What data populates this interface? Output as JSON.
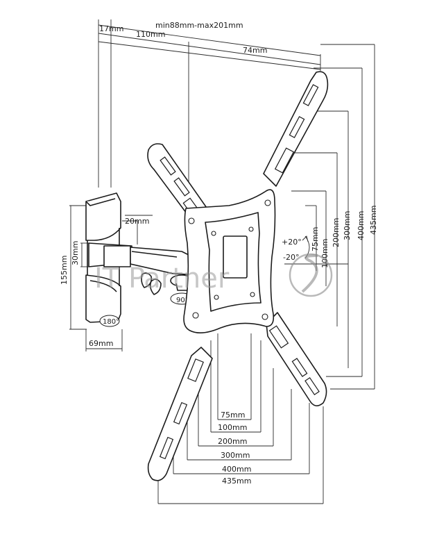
{
  "dimensions": {
    "wall_offset": "17mm",
    "depth_range": "min88mm-max201mm",
    "arm_length": "110mm",
    "plate_offset": "74mm",
    "arm_gap": "20mm",
    "arm_thickness": "30mm",
    "wall_plate_height": "155mm",
    "wall_plate_width": "69mm",
    "swivel": "180°",
    "rotation": "90°",
    "tilt_up": "+20°",
    "tilt_down": "-20°",
    "vesa_vertical": [
      "75mm",
      "100mm",
      "200mm",
      "300mm",
      "400mm",
      "435mm"
    ],
    "vesa_horizontal": [
      "75mm",
      "100mm",
      "200mm",
      "300mm",
      "400mm",
      "435mm"
    ]
  },
  "watermark": "IT Partner"
}
